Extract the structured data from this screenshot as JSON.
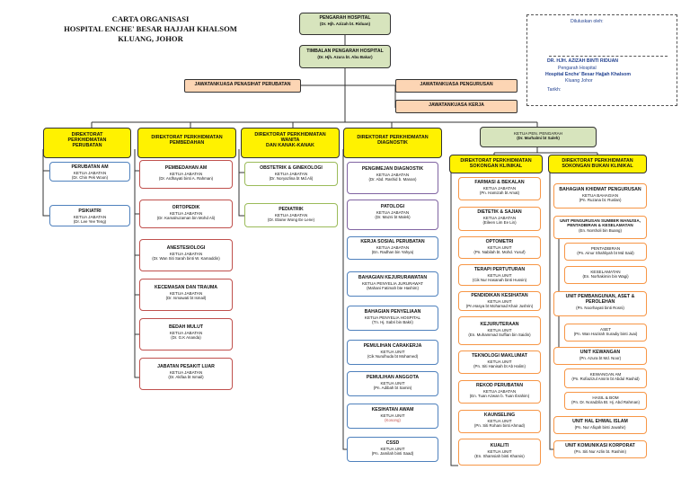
{
  "title": {
    "line1": "CARTA ORGANISASI",
    "line2": "HOSPITAL ENCHE' BESAR HAJJAH KHALSOM",
    "line3": "KLUANG, JOHOR"
  },
  "approval": {
    "label": "Diluluskan oleh:",
    "name": "DR. HJH. AZIZAH BINTI RIDUAN",
    "position": "Pengarah Hospital",
    "hospital": "Hospital Enche' Besar Hajjah Khalsom",
    "location": "Kluang Johor",
    "date_label": "Tarikh:"
  },
  "colors": {
    "yellow": "#FFF200",
    "green_head": "#D7E4BD",
    "peach": "#FCD5B4",
    "red": "#C0504D",
    "blue": "#4F81BD",
    "purple": "#8064A2",
    "orange": "#F79646"
  },
  "top": {
    "director": {
      "title": "PENGARAH HOSPITAL",
      "name": "(Dr. Hjh. Azizah bt. Riduan)"
    },
    "deputy": {
      "title": "TIMBALAN PENGARAH HOSPITAL",
      "name": "(Dr. Hjh. Azura bt. Abu Bakar)"
    },
    "committee_advisory": "JAWATANKUASA PENASIHAT PERUBATAN",
    "committee_management": "JAWATANKUASA PENGURUSAN",
    "committee_work": "JAWATANKUASA KERJA",
    "ketua_pen": {
      "title": "KETUA PEN. PENGARAH",
      "name": "(Dr. Marhalmi bt Saleh)"
    }
  },
  "directorates": {
    "medical": {
      "head": [
        "DIREKTORAT",
        "PERKHIDMATAN",
        "PERUBATAN"
      ],
      "units": [
        {
          "title": "PERUBATAN AM",
          "role": "KETUA JABATAN",
          "name": "(Dr. Chin Pek Woon)"
        },
        {
          "title": "PSIKIATRI",
          "role": "KETUA JABATAN",
          "name": "(Dr. Lee Yee Teng)"
        }
      ]
    },
    "surgical": {
      "head": [
        "DIREKTORAT PERKHIDMATAN",
        "PEMBEDAHAN"
      ],
      "units": [
        {
          "title": "PEMBEDAHAN AM",
          "role": "KETUA JABATAN",
          "name": "(Dr. Ardhayati binti A. Rahman)"
        },
        {
          "title": "ORTOPEDIK",
          "role": "KETUA JABATAN",
          "name": "(Dr. Kamalruzaman bin Mohd Ali)"
        },
        {
          "title": "ANESTESIOLOGI",
          "role": "KETUA JABATAN",
          "name": "(Dr. Wan Siti Sarah binti W. Kamaddin)"
        },
        {
          "title": "KECEMASAN DAN TRAUMA",
          "role": "KETUA JABATAN",
          "name": "(Dr. Ismawati bt Ismail)"
        },
        {
          "title": "BEDAH MULUT",
          "role": "KETUA JABATAN",
          "name": "(Dr. G.K Ananda)"
        },
        {
          "title": "JABATAN PESAKIT LUAR",
          "role": "KETUA JABATAN",
          "name": "(Dr. Akifaa bt Ismail)"
        }
      ]
    },
    "women": {
      "head": [
        "DIREKTORAT PERKHIDMATAN",
        "WANITA",
        "DAN KANAK-KANAK"
      ],
      "units": [
        {
          "title": "OBSTETRIK & GINEKOLOGI",
          "role": "KETUA JABATAN",
          "name": "(Dr. Noryazlina bt Md.Ali)"
        },
        {
          "title": "PEDIATRIK",
          "role": "KETUA JABATAN",
          "name": "(Dr. Elaine Wong Ee Lene)"
        }
      ]
    },
    "diagnostic": {
      "head": [
        "DIREKTORAT PERKHIDMATAN",
        "DIAGNOSTIK"
      ],
      "units": [
        {
          "title": "PENGIMEJAN DIAGNOSTIK",
          "role": "KETUA JABATAN",
          "name": "(Dr. Abd. Rashid b. Manan)"
        },
        {
          "title": "PATOLOGI",
          "role": "KETUA JABATAN",
          "name": "(Dr. Mazni bt Malek)"
        },
        {
          "title": "KERJA SOSIAL PERUBATAN",
          "role": "KETUA JABATAN",
          "name": "(En. Radhan bin Yahya)"
        },
        {
          "title": "BAHAGIAN KEJURURAWATAN",
          "role": "KETUA PENYELIA JURURAWAT",
          "name": "(Mahani Fatimah bte Hashim)"
        },
        {
          "title": "BAHAGIAN PENYELIAAN",
          "role": "KETUA PENYELIA HOSPITAL",
          "name": "(Tn. Hj. Sabri bin Bakri)"
        },
        {
          "title": "PEMULIHAN CARAKERJA",
          "role": "KETUA UNIT",
          "name": "(Cik Nurulhuda bt Mohamed)"
        },
        {
          "title": "PEMULIHAN ANGGOTA",
          "role": "KETUA UNIT",
          "name": "(Pn. Adibah bt Samin)"
        },
        {
          "title": "KESIHATAN AWAM",
          "role": "KETUA UNIT",
          "name": "(Kosong)"
        },
        {
          "title": "CSSD",
          "role": "KETUA UNIT",
          "name": "(Pn. Jamilah binti Saad)"
        }
      ]
    },
    "clinical_support": {
      "head": [
        "DIREKTORAT PERKHIDMATAN",
        "SOKONGAN KLINIKAL"
      ],
      "units": [
        {
          "title": "FARMASI & BEKALAN",
          "role": "KETUA JABATAN",
          "name": "(Pn. Hamizah bt Amat)"
        },
        {
          "title": "DIETETIK & SAJIAN",
          "role": "KETUA JABATAN",
          "name": "(Eileen Lim Ee Lin)"
        },
        {
          "title": "OPTOMETRI",
          "role": "KETUA UNIT",
          "name": "(Pn. Nabilah bt. Mohd. Yusuf)"
        },
        {
          "title": "TERAPI PERTUTURAN",
          "role": "KETUA UNIT",
          "name": "(Cik Nur Hasanah binti Hussin)"
        },
        {
          "title": "PENDIDIKAN KESIHATAN",
          "role": "KETUA UNIT",
          "name": "(Pn.Hasya bt Mohamad Khair Jushrin)"
        },
        {
          "title": "KEJURUTERAAN",
          "role": "KETUA UNIT",
          "name": "(En. Muhammad Suffian bin Saidin)"
        },
        {
          "title": "TEKNOLOGI MAKLUMAT",
          "role": "KETUA UNIT",
          "name": "(Pn. Siti Hanisah bt Ab Halim)"
        },
        {
          "title": "REKOD PERUBATAN",
          "role": "KETUA JABATAN",
          "name": "(En. Tuan Azwan b. Tuan Ibrahim)"
        },
        {
          "title": "KAUNSELING",
          "role": "KETUA UNIT",
          "name": "(Pn. Siti Rohani binti Ahmad)"
        },
        {
          "title": "KUALITI",
          "role": "KETUA UNIT",
          "name": "(En. Shamsiah binti Khamis)"
        }
      ]
    },
    "non_clinical": {
      "head": [
        "DIREKTORAT PERKHIDMATAN",
        "SOKONGAN BUKAN KLINIKAL"
      ],
      "units": [
        {
          "title": "BAHAGIAN KHIDMAT PENGURUSAN",
          "role": "KETUA BAHAGIAN",
          "name": "(Pn. Ruzana bt. Ruslan)"
        },
        {
          "title": "UNIT PENGURUSAN SUMBER MANUSIA, PENTADBIRAN & KESELAMATAN",
          "role": "",
          "name": "(En. Norsholi bin Buang)"
        },
        {
          "title": "PENTADBIRAN",
          "role": "",
          "name": "(Pn. Ainur Shahliyah bt Md Said)"
        },
        {
          "title": "KESELAMATAN",
          "role": "",
          "name": "(En. Norhakimin bin Wagi)"
        },
        {
          "title": "UNIT PEMBANGUNAN, ASET & PEROLEHAN",
          "role": "",
          "name": "(Pn. Noorhayati binti Rosni)"
        },
        {
          "title": "ASET",
          "role": "",
          "name": "(Pn. Wan Hazirah Suradiy binti Juai)"
        },
        {
          "title": "UNIT KEWANGAN",
          "role": "",
          "name": "(Pn. Azura bt Md. Noor)"
        },
        {
          "title": "KEWANGAN AM",
          "role": "",
          "name": "(Pn. Rofiazizul Amirin bt Abdul Rashid)"
        },
        {
          "title": "HASIL & BOM",
          "role": "",
          "name": "(Pn. Dr. Noradzila Bt. Hj. Abd Rahman)"
        },
        {
          "title": "UNIT HAL EHWAL ISLAM",
          "role": "",
          "name": "(Pn. Nur Afiqah binti Juwahir)"
        },
        {
          "title": "UNIT KOMUNIKASI KORPORAT",
          "role": "",
          "name": "(Pn. Siti Nur Azlin bt. Rashim)"
        }
      ]
    }
  }
}
